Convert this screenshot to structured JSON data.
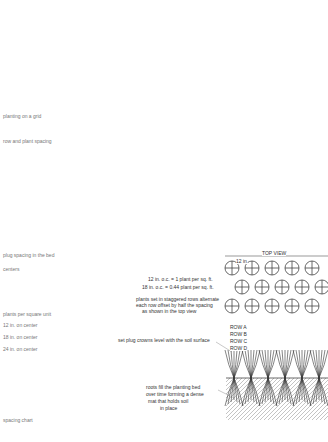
{
  "diagram": {
    "labels": [
      "planting on a grid",
      "row and plant spacing",
      "plug spacing in the bed",
      "centers",
      "plants per square unit",
      "12 in. on center",
      "18 in. on center",
      "24 in. on center",
      "spacing chart",
      "TOP VIEW",
      "12 in.",
      "12 in. o.c. = 1 plant per sq. ft.",
      "18 in. o.c. = 0.44 plant per sq. ft.",
      "plants set in staggered rows alternate",
      "each row offset by half the spacing",
      "as shown in the top view",
      "ROW A",
      "ROW B",
      "ROW C",
      "ROW D",
      "set plug crowns level with the soil surface",
      "roots fill the planting bed",
      "over time forming a dense",
      "mat that holds soil",
      "in place"
    ]
  }
}
